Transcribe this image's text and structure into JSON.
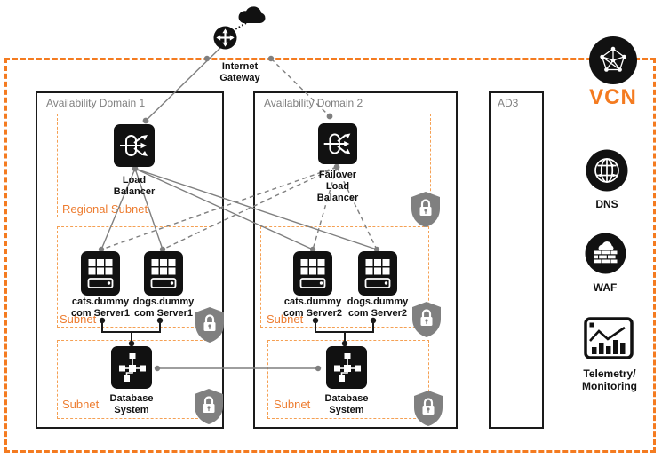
{
  "vcn": {
    "label": "VCN"
  },
  "internet_gateway": {
    "label": "Internet Gateway"
  },
  "availability_domains": {
    "ad1": {
      "title": "Availability Domain 1",
      "regional_subnet_label": "Regional Subnet",
      "load_balancer_label": "Load Balancer",
      "app_subnet_label": "Subnet",
      "db_subnet_label": "Subnet",
      "servers": [
        {
          "name": "cats.dummy com Server1"
        },
        {
          "name": "dogs.dummy com Server1"
        }
      ],
      "database_label": "Database System"
    },
    "ad2": {
      "title": "Availability Domain 2",
      "load_balancer_label": "Failover Load Balancer",
      "app_subnet_label": "Subnet",
      "db_subnet_label": "Subnet",
      "servers": [
        {
          "name": "cats.dummy com Server2"
        },
        {
          "name": "dogs.dummy com Server2"
        }
      ],
      "database_label": "Database System"
    },
    "ad3": {
      "title": "AD3"
    }
  },
  "side_services": [
    {
      "name": "DNS"
    },
    {
      "name": "WAF"
    },
    {
      "name": "Telemetry/ Monitoring"
    }
  ],
  "colors": {
    "accent_orange": "#F47B20",
    "subnet_orange": "#ED7D31",
    "line_gray": "#7F7F7F",
    "shield_gray": "#808080",
    "icon_black": "#111111"
  }
}
